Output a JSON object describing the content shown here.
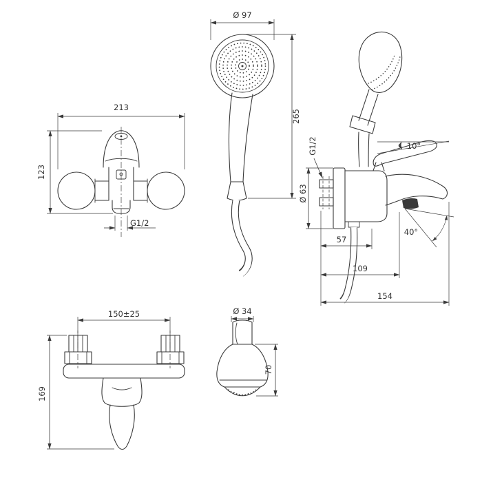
{
  "drawing": {
    "type": "technical-dimension-drawing",
    "subject": "wall-mounted bath-shower mixer with hand shower",
    "colors": {
      "line": "#3a3a3a",
      "background": "#ffffff",
      "text": "#333333"
    },
    "dims": {
      "front_width": "213",
      "front_height": "123",
      "front_outlet_thread": "G1/2",
      "handshower_diameter": "Ø 97",
      "handshower_length": "265",
      "side_supply_thread": "G1/2",
      "side_plate_diameter": "Ø 63",
      "lever_angle": "10°",
      "spout_angle": "40°",
      "depth_a": "57",
      "depth_b": "109",
      "depth_c": "154",
      "mount_spacing": "150±25",
      "bottom_height": "169",
      "head_diameter": "Ø 34",
      "head_height": "70"
    }
  }
}
